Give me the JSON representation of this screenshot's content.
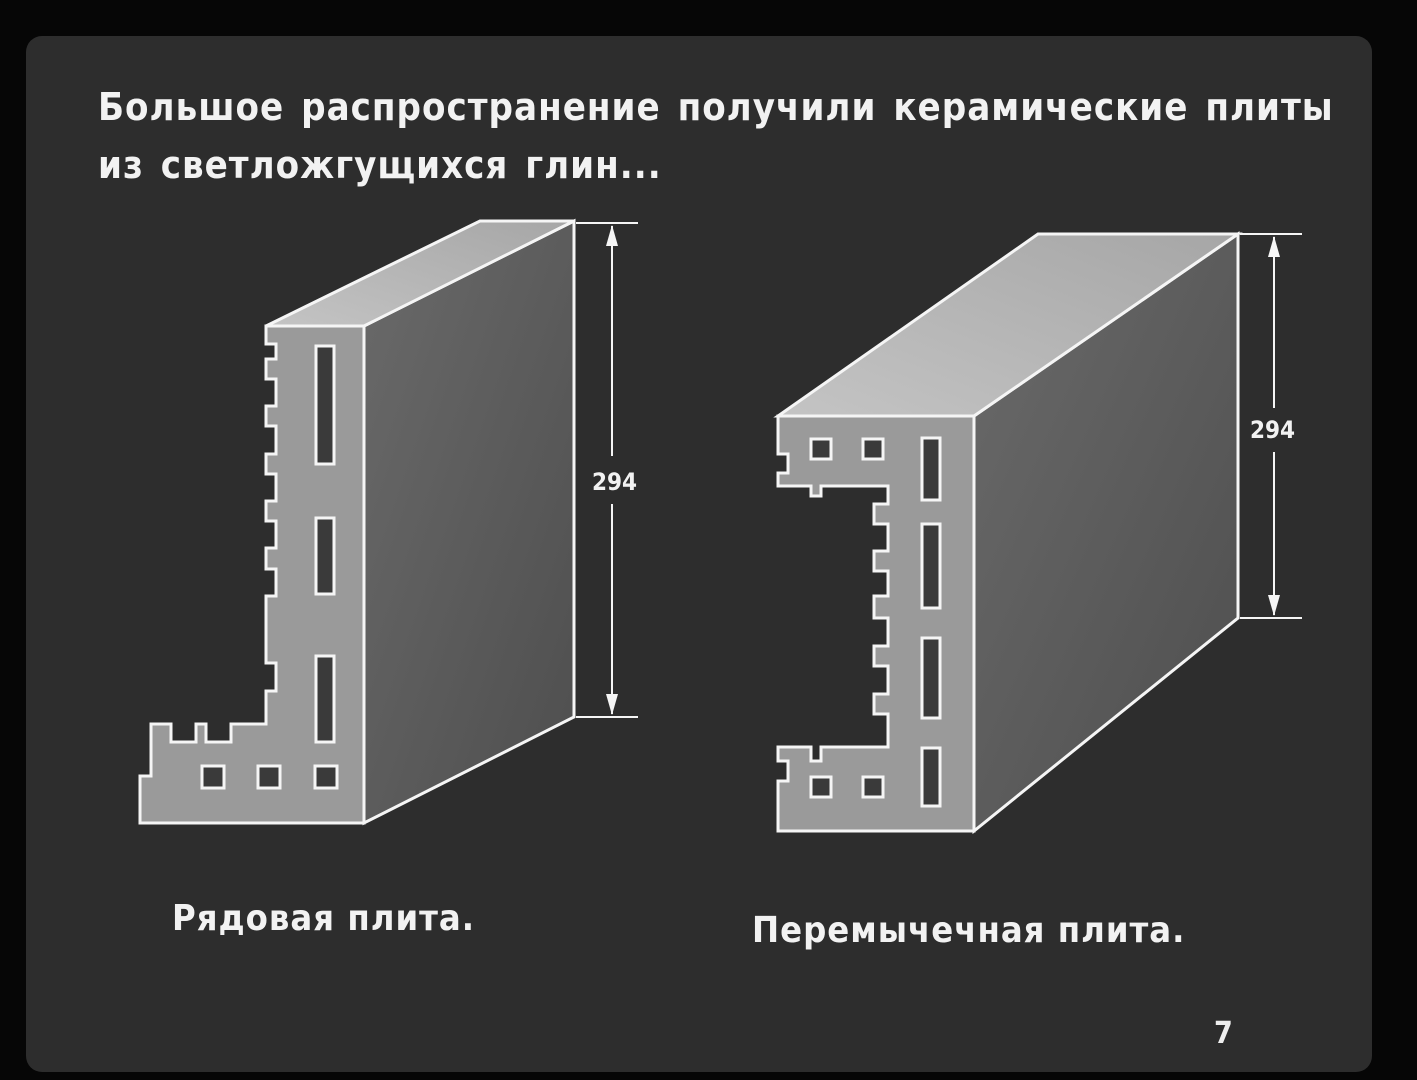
{
  "title": "Большое распространение получили керамические плиты из светложгущихся глин...",
  "slabs": [
    {
      "caption": "Рядовая плита.",
      "dimension": "294"
    },
    {
      "caption": "Перемычечная плита.",
      "dimension": "294"
    }
  ],
  "page_number": "7",
  "colors": {
    "slide_background": "#2d2d2d",
    "slab_face": "#9a9a9a",
    "slab_side": "#5e5e5e",
    "slab_top": "#b8b8b8",
    "outline": "#f5f5f5"
  }
}
